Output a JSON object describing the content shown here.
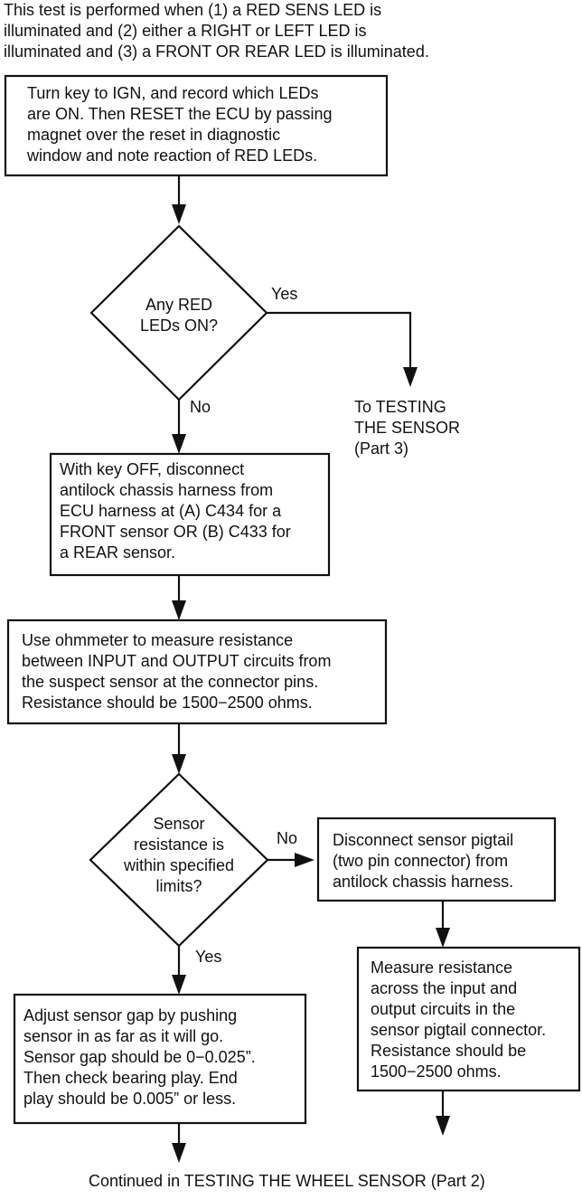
{
  "intro": [
    "This test is performed when (1) a RED SENS LED is",
    "illuminated and (2) either a RIGHT or LEFT LED is",
    "illuminated and (3) a FRONT OR REAR LED is illuminated."
  ],
  "steps": {
    "reset_ecu": [
      "Turn key to IGN, and record which LEDs",
      "are ON. Then RESET the ECU by passing",
      "magnet over the reset in diagnostic",
      "window and note reaction of RED LEDs."
    ],
    "red_leds_decision": [
      "Any RED",
      "LEDs ON?"
    ],
    "disconnect_harness": [
      "With key OFF, disconnect",
      "antilock chassis harness from",
      "ECU harness at (A) C434 for a",
      "FRONT sensor OR (B) C433 for",
      "a REAR sensor."
    ],
    "measure_resistance": [
      "Use ohmmeter to measure resistance",
      "between INPUT and OUTPUT circuits from",
      "the suspect sensor at the connector pins.",
      "Resistance should be 1500−2500 ohms."
    ],
    "resistance_decision": [
      "Sensor",
      "resistance is",
      "within specified",
      "limits?"
    ],
    "disconnect_pigtail": [
      "Disconnect sensor pigtail",
      "(two pin connector) from",
      "antilock chassis harness."
    ],
    "measure_pigtail": [
      "Measure resistance",
      "across the input and",
      "output circuits in the",
      "sensor pigtail connector.",
      "Resistance should be",
      "1500−2500 ohms."
    ],
    "adjust_gap": [
      "Adjust sensor gap by pushing",
      "sensor in as far as it will go.",
      "Sensor gap should be 0−0.025”.",
      "Then check bearing play. End",
      "play should be 0.005” or less."
    ]
  },
  "labels": {
    "yes_1": "Yes",
    "no_1": "No",
    "no_2": "No",
    "yes_2": "Yes"
  },
  "outcomes": {
    "to_testing_sensor": [
      "To TESTING",
      "THE SENSOR",
      "(Part 3)"
    ],
    "continued": [
      "Continued in TESTING THE WHEEL SENSOR (Part 2)"
    ]
  }
}
